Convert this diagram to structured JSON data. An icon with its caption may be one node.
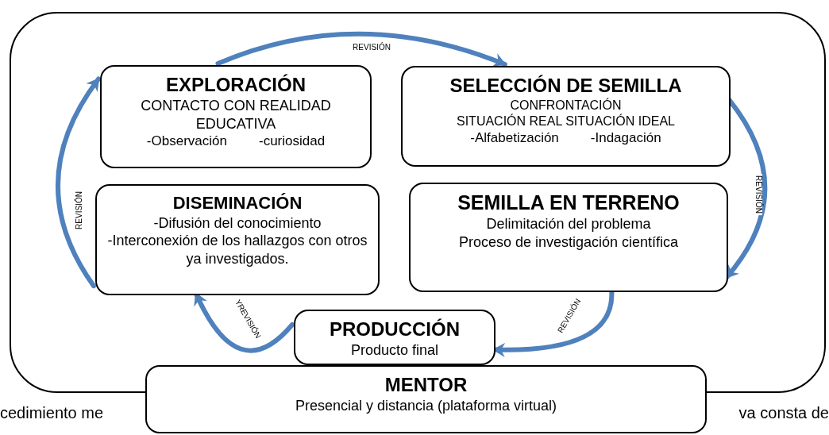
{
  "diagram": {
    "nodes": [
      {
        "text": [],
        "shape": "box"
      },
      {
        "text": [
          "EXPLORACIÓN",
          "CONTACTO CON REALIDAD EDUCATIVA",
          "-Observación",
          "-curiosidad"
        ],
        "in": 0
      },
      {
        "text": [
          "SELECCIÓN DE SEMILLA",
          "CONFRONTACIÓN",
          "SITUACIÓN REAL SITUACIÓN IDEAL",
          "-Alfabetización",
          "-Indagación"
        ],
        "in": 0
      },
      {
        "text": [
          "DISEMINACIÓN",
          "-Difusión del conocimiento",
          "-Interconexión de los hallazgos con otros ya investigados."
        ],
        "in": 0
      },
      {
        "text": [
          "SEMILLA EN TERRENO",
          "Delimitación del problema",
          "Proceso de investigación científica"
        ],
        "in": 0
      },
      {
        "text": [
          "PRODUCCIÓN",
          "Producto final"
        ],
        "in": 0
      },
      {
        "text": [
          "MENTOR",
          "Presencial y distancia (plataforma virtual)"
        ]
      }
    ],
    "edges": [
      {
        "from": 1,
        "to": 2,
        "arrow": "to",
        "label": "REVISIÓN"
      },
      {
        "from": 2,
        "to": 4,
        "arrow": "to",
        "label": "REVISIÓN"
      },
      {
        "from": 4,
        "to": 5,
        "arrow": "to",
        "label": "REVISIÓN"
      },
      {
        "from": 5,
        "to": 3,
        "arrow": "to",
        "label": "YREVISIÓN"
      },
      {
        "from": 3,
        "to": 1,
        "arrow": "to",
        "label": "REVISIÓN"
      }
    ],
    "labels": [
      "cedimiento me",
      "va consta de"
    ]
  }
}
